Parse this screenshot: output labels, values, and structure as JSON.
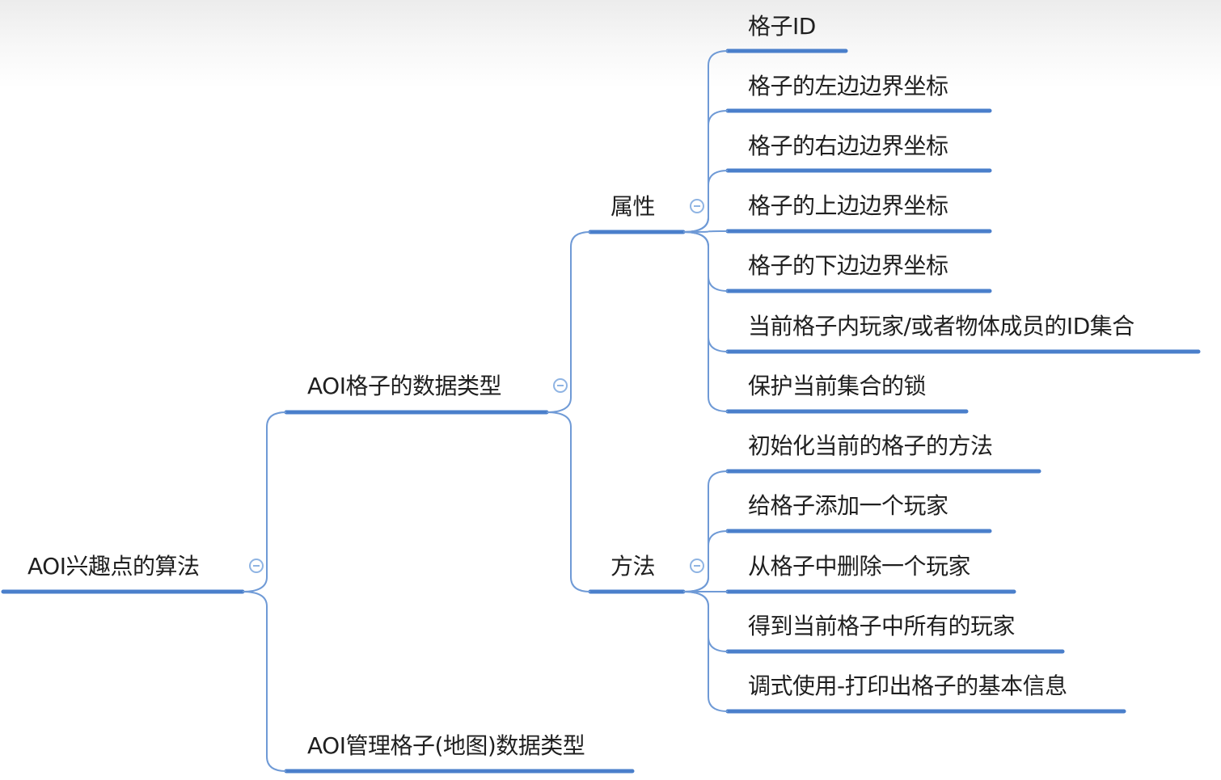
{
  "mindmap": {
    "root": {
      "label": "AOI兴趣点的算法",
      "children": [
        {
          "label": "AOI格子的数据类型",
          "children": [
            {
              "label": "属性",
              "children": [
                {
                  "label": "格子ID"
                },
                {
                  "label": "格子的左边边界坐标"
                },
                {
                  "label": "格子的右边边界坐标"
                },
                {
                  "label": "格子的上边边界坐标"
                },
                {
                  "label": "格子的下边边界坐标"
                },
                {
                  "label": "当前格子内玩家/或者物体成员的ID集合"
                },
                {
                  "label": "保护当前集合的锁"
                }
              ]
            },
            {
              "label": "方法",
              "children": [
                {
                  "label": "初始化当前的格子的方法"
                },
                {
                  "label": "给格子添加一个玩家"
                },
                {
                  "label": "从格子中删除一个玩家"
                },
                {
                  "label": "得到当前格子中所有的玩家"
                },
                {
                  "label": "调式使用-打印出格子的基本信息"
                }
              ]
            }
          ]
        },
        {
          "label": "AOI管理格子(地图)数据类型"
        }
      ]
    },
    "colors": {
      "line": "#4a7fcb",
      "connector": "#6f9ad6",
      "toggle": "#8fb4e3",
      "text": "#1f1f1f"
    }
  }
}
